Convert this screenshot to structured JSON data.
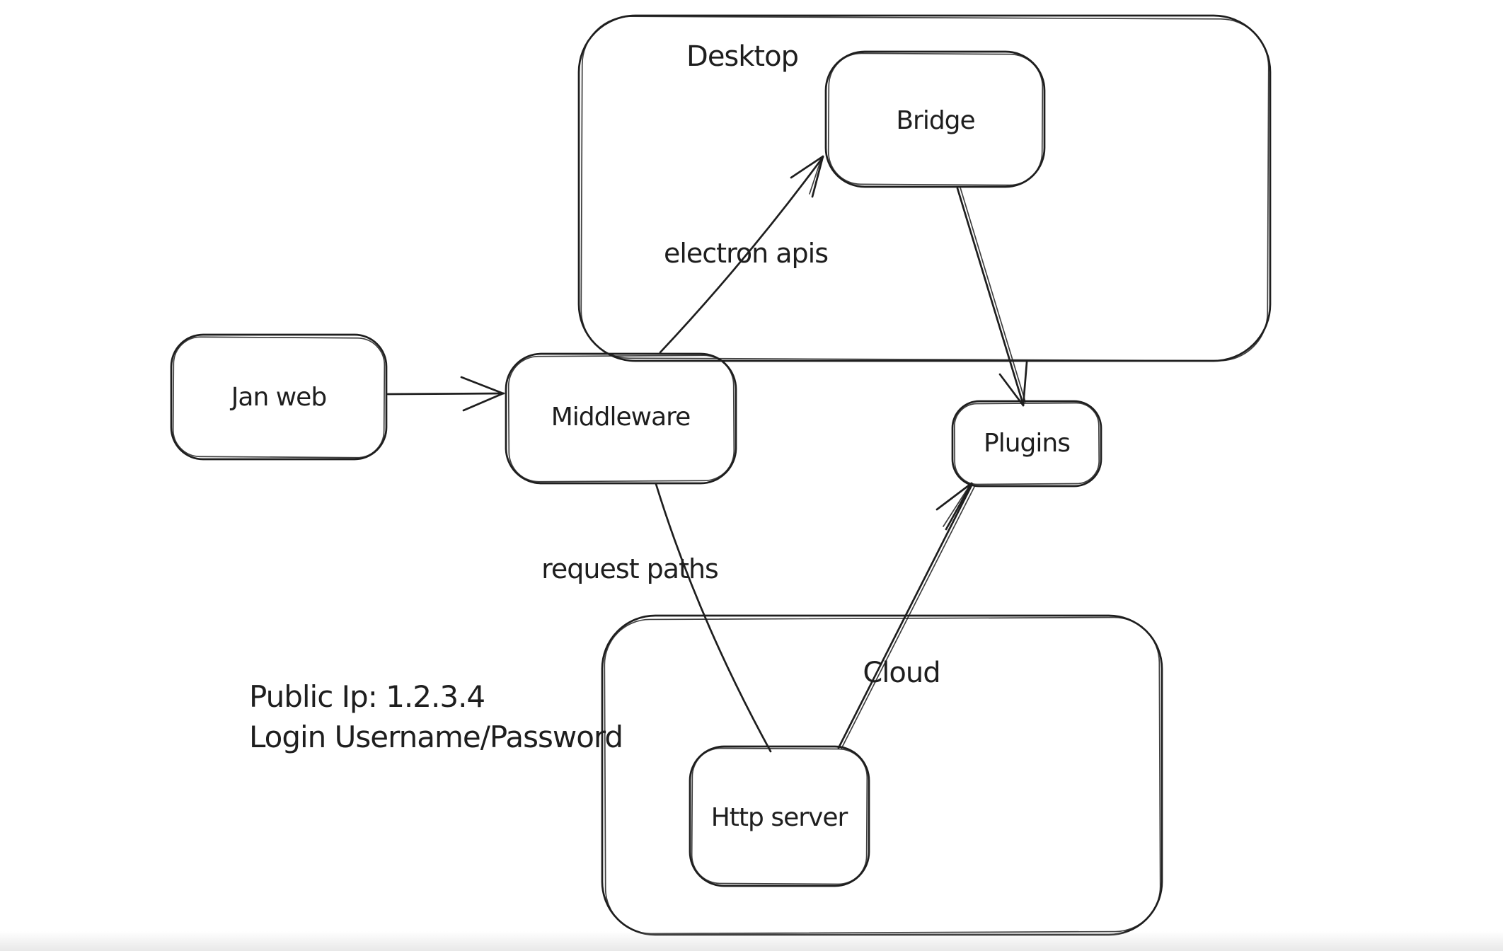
{
  "canvas": {
    "background_color": "#ffffff",
    "stroke_color": "#1e1e1e"
  },
  "diagram": {
    "containers": [
      {
        "id": "desktop",
        "label": "Desktop"
      },
      {
        "id": "cloud",
        "label": "Cloud"
      }
    ],
    "nodes": [
      {
        "id": "jan-web",
        "label": "Jan web",
        "parent": null
      },
      {
        "id": "middleware",
        "label": "Middleware",
        "parent": null
      },
      {
        "id": "bridge",
        "label": "Bridge",
        "parent": "desktop"
      },
      {
        "id": "plugins",
        "label": "Plugins",
        "parent": null
      },
      {
        "id": "http-server",
        "label": "Http server",
        "parent": "cloud"
      }
    ],
    "edges": [
      {
        "id": "janweb-to-middleware",
        "from": "jan-web",
        "to": "middleware",
        "label": "",
        "arrowhead": "end"
      },
      {
        "id": "middleware-to-bridge",
        "from": "middleware",
        "to": "bridge",
        "label": "electron apis",
        "arrowhead": "end"
      },
      {
        "id": "bridge-to-plugins",
        "from": "bridge",
        "to": "plugins",
        "label": "",
        "arrowhead": "end"
      },
      {
        "id": "middleware-to-httpserver",
        "from": "middleware",
        "to": "http-server",
        "label": "request paths",
        "arrowhead": "none"
      },
      {
        "id": "httpserver-to-plugins",
        "from": "http-server",
        "to": "plugins",
        "label": "",
        "arrowhead": "end"
      }
    ],
    "annotations": [
      {
        "id": "cloud-credentials",
        "lines": [
          "Public Ip: 1.2.3.4",
          "Login Username/Password"
        ]
      }
    ]
  }
}
